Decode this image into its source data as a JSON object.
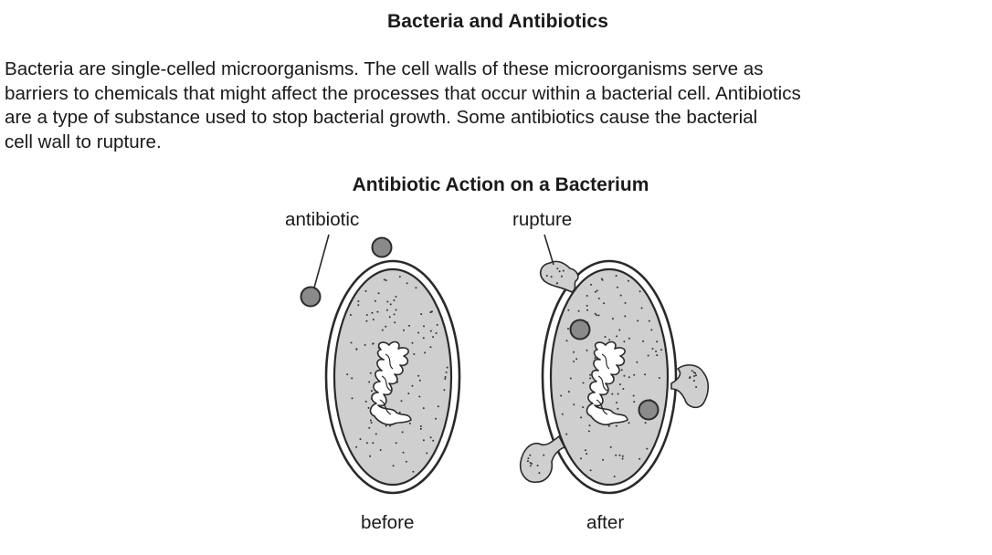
{
  "heading": "Bacteria and Antibiotics",
  "paragraph_lines": [
    "Bacteria are single-celled microorganisms. The cell walls of these microorganisms serve as",
    "barriers to chemicals that might affect the processes that occur within a bacterial cell. Antibiotics",
    "are a type of substance used to stop bacterial growth. Some antibiotics cause the bacterial",
    "cell wall to rupture."
  ],
  "figure": {
    "title": "Antibiotic Action on a Bacterium",
    "labels": {
      "antibiotic": "antibiotic",
      "rupture": "rupture",
      "before": "before",
      "after": "after"
    },
    "colors": {
      "cytoplasm": "#cfcfcf",
      "antibiotic_particle": "#8a8a8a",
      "outline": "#2a2a2a"
    }
  }
}
